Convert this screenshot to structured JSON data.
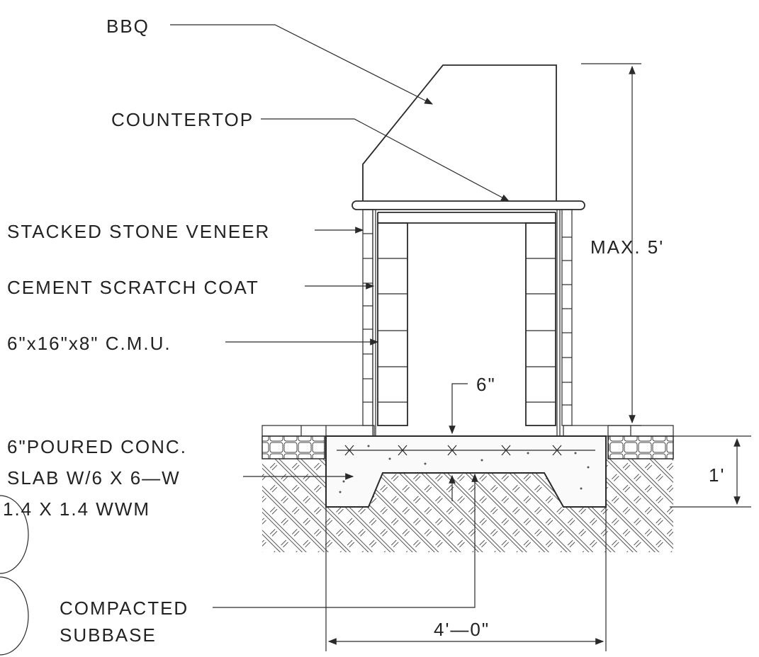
{
  "labels": {
    "bbq": "BBQ",
    "countertop": "COUNTERTOP",
    "veneer": "STACKED STONE VENEER",
    "scratch_coat": "CEMENT SCRATCH COAT",
    "cmu": "6\"x16\"x8\" C.M.U.",
    "slab_line1": "6\"POURED CONC.",
    "slab_line2": "SLAB W/6 X 6—W",
    "slab_line3": "1.4 X 1.4 WWM",
    "subbase_line1": "COMPACTED",
    "subbase_line2": "SUBBASE"
  },
  "dimensions": {
    "max_height": "MAX. 5'",
    "slab_thickness": "6\"",
    "footing_depth": "1'",
    "base_width": "4'—0\""
  },
  "colors": {
    "line": "#2a2a2a",
    "background": "#ffffff"
  }
}
